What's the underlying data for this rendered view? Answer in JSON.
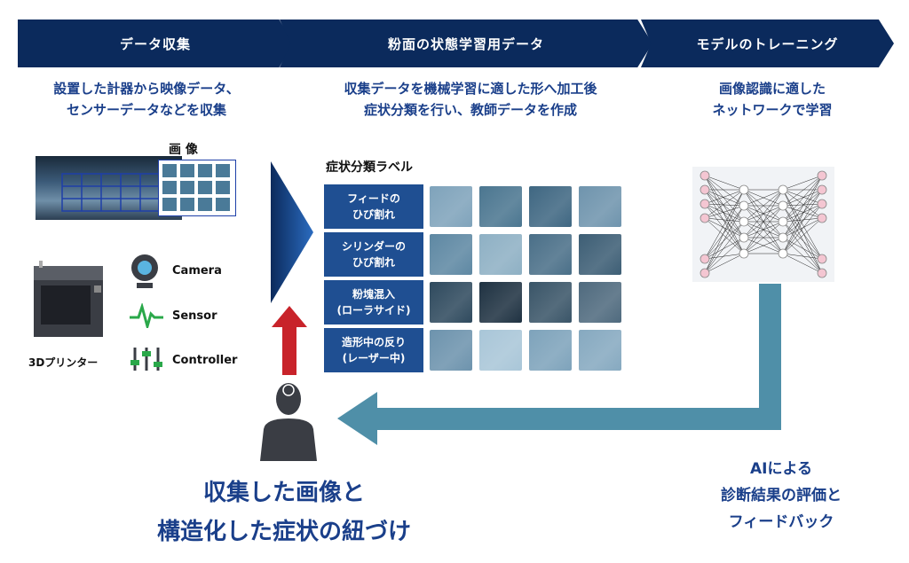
{
  "header": {
    "step1": "データ収集",
    "step2": "粉面の状態学習用データ",
    "step3": "モデルのトレーニング"
  },
  "subtitles": {
    "step1": [
      "設置した計器から映像データ、",
      "センサーデータなどを収集"
    ],
    "step2": [
      "収集データを機械学習に適した形へ加工後",
      "症状分類を行い、教師データを作成"
    ],
    "step3": [
      "画像認識に適した",
      "ネットワークで学習"
    ]
  },
  "left": {
    "image_label": "画 像",
    "printer_label": "3Dプリンター",
    "devices": [
      "Camera",
      "Sensor",
      "Controller"
    ]
  },
  "symptom": {
    "title": "症状分類ラベル",
    "labels": [
      [
        "フィードの",
        "ひび割れ"
      ],
      [
        "シリンダーの",
        "ひび割れ"
      ],
      [
        "粉塊混入",
        "(ローラサイド)"
      ],
      [
        "造形中の反り",
        "(レーザー中)"
      ]
    ]
  },
  "bottom": {
    "left_title": [
      "収集した画像と",
      "構造化した症状の紐づけ"
    ],
    "right_text": [
      "AIによる",
      "診断結果の評価と",
      "フィードバック"
    ]
  },
  "colors": {
    "header": "#0b2a5c",
    "accent_text": "#1a3f8a",
    "label_bg": "#1f4f92",
    "feedback_arrow": "#4f8fa8",
    "red_arrow": "#c8232a"
  }
}
